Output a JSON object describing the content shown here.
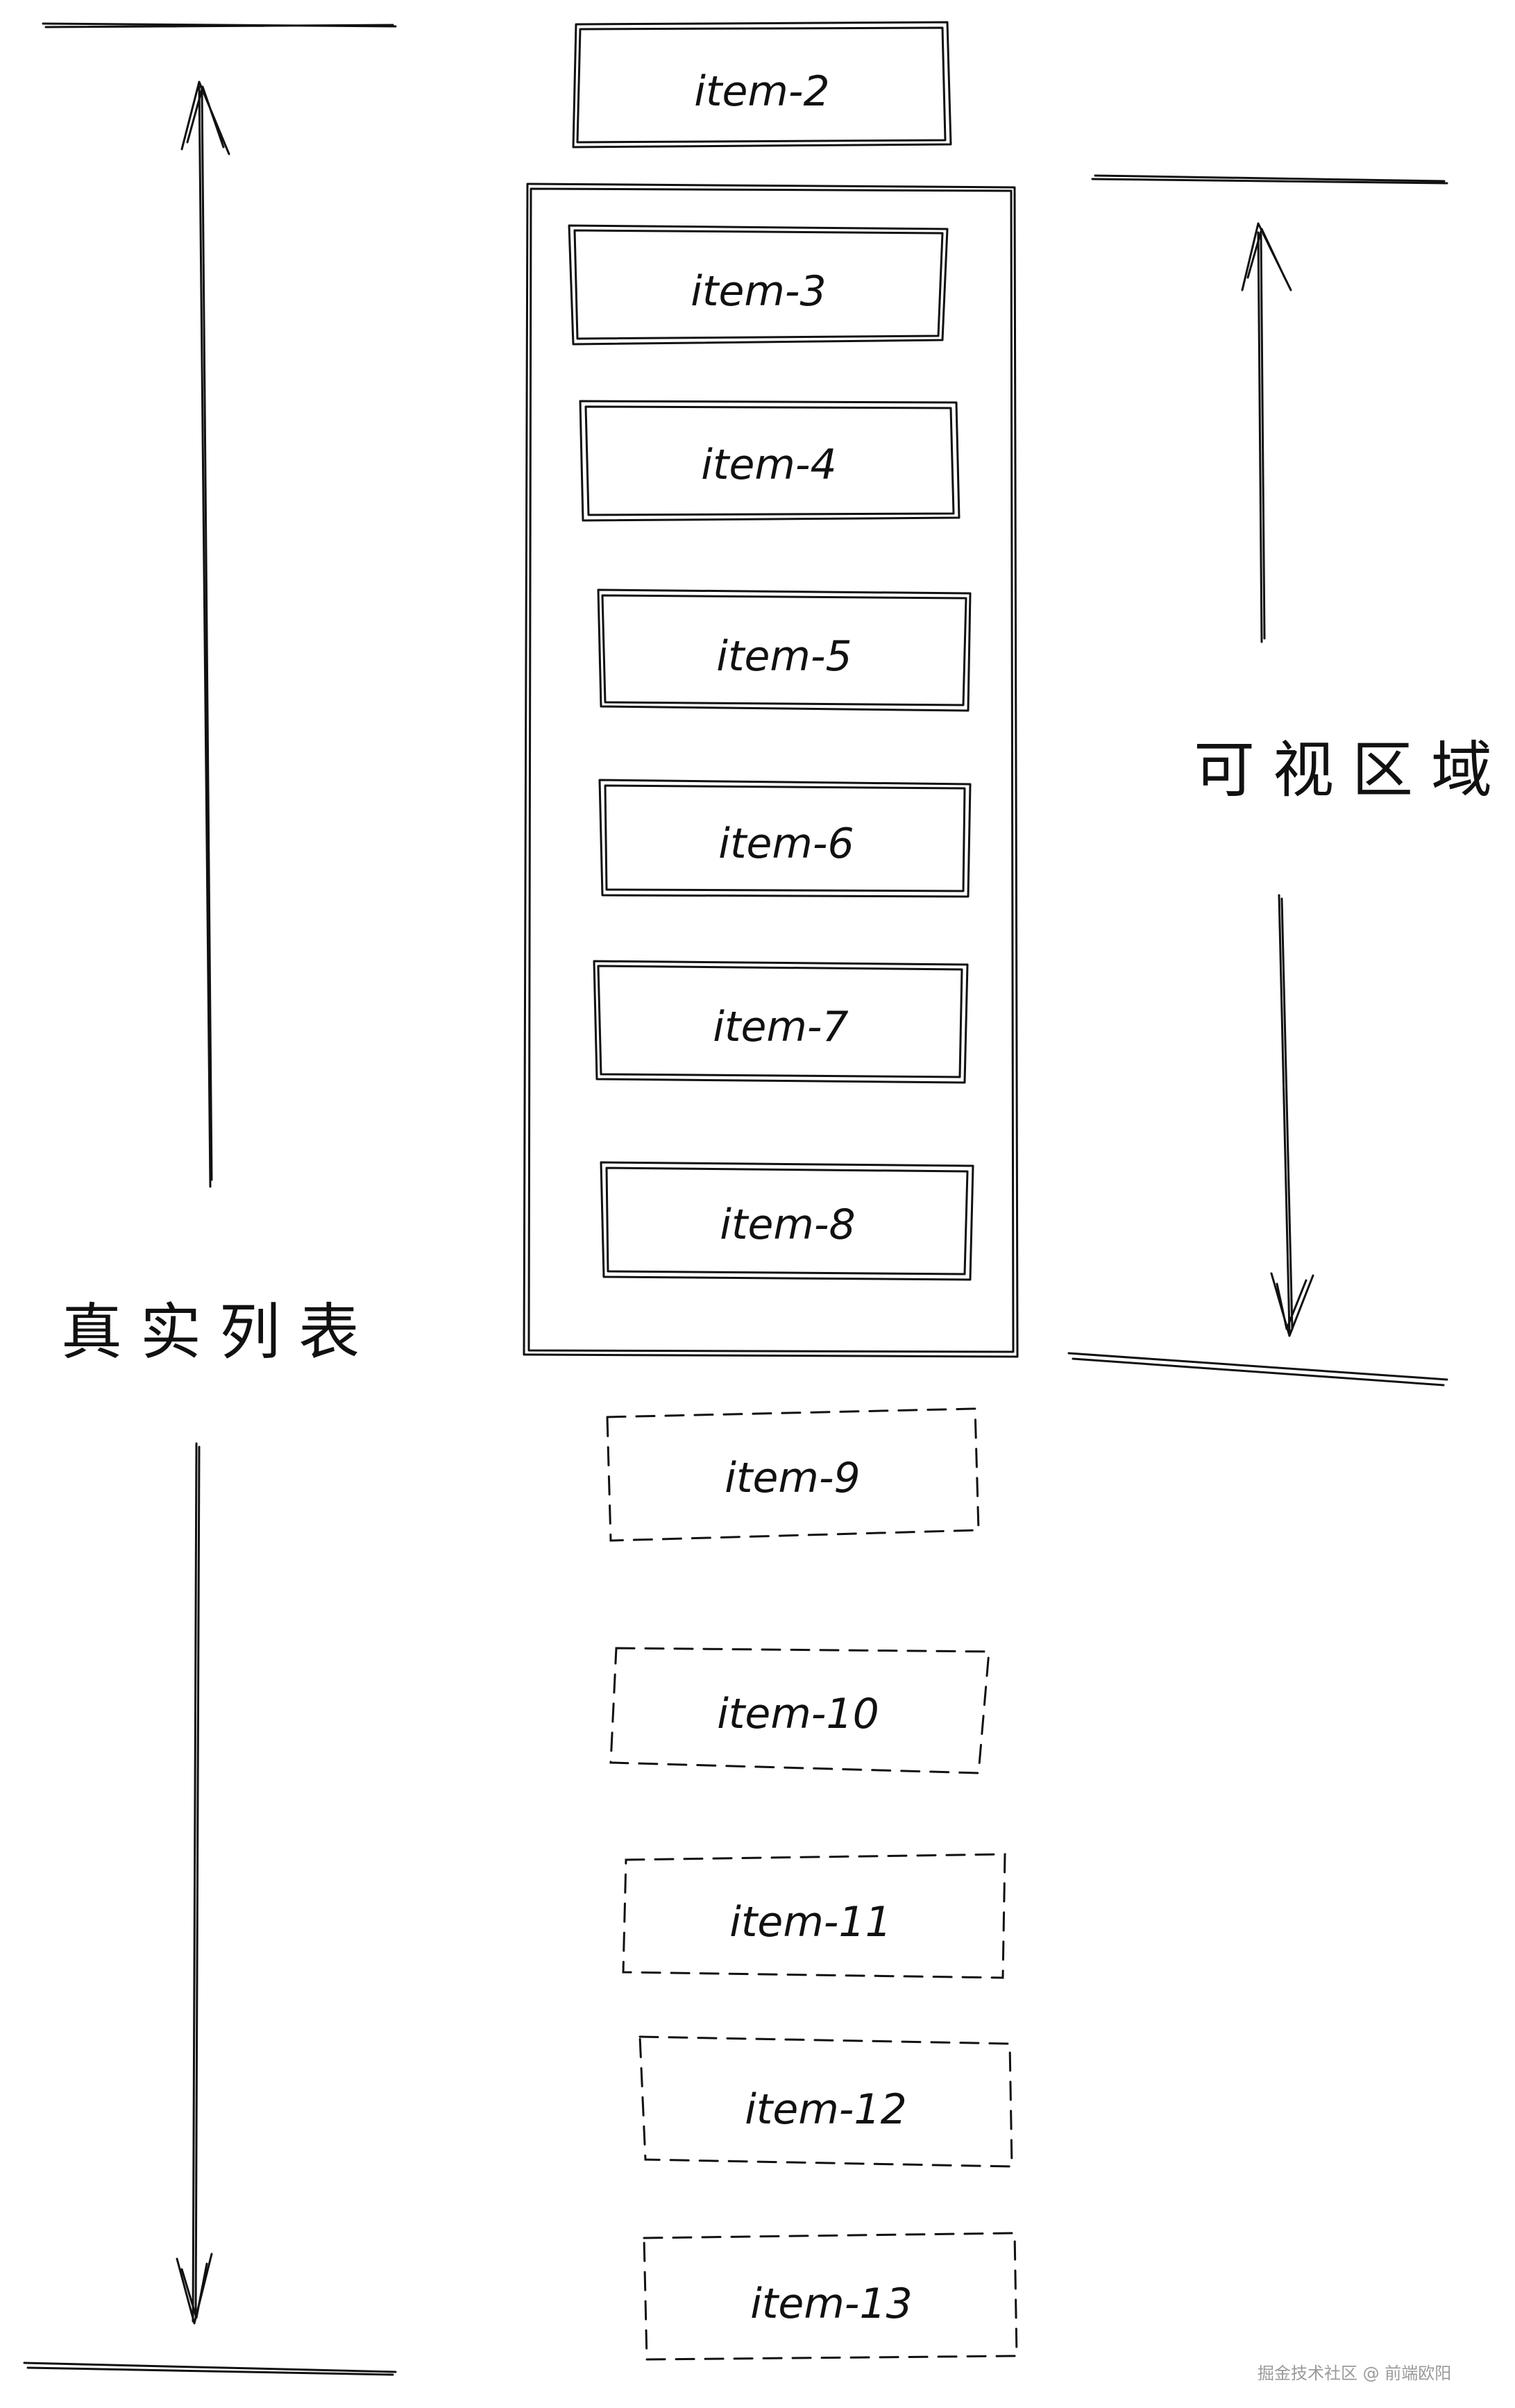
{
  "left_label": "真实列表",
  "right_label": "可视区域",
  "items": [
    {
      "label": "item-2",
      "state": "rendered"
    },
    {
      "label": "item-3",
      "state": "visible"
    },
    {
      "label": "item-4",
      "state": "visible"
    },
    {
      "label": "item-5",
      "state": "visible"
    },
    {
      "label": "item-6",
      "state": "visible"
    },
    {
      "label": "item-7",
      "state": "visible"
    },
    {
      "label": "item-8",
      "state": "visible"
    },
    {
      "label": "item-9",
      "state": "pending"
    },
    {
      "label": "item-10",
      "state": "pending"
    },
    {
      "label": "item-11",
      "state": "pending"
    },
    {
      "label": "item-12",
      "state": "pending"
    },
    {
      "label": "item-13",
      "state": "pending"
    }
  ],
  "watermark": "掘金技术社区 @ 前端欧阳",
  "colors": {
    "ink": "#111111",
    "watermark": "#9a9a9a"
  }
}
